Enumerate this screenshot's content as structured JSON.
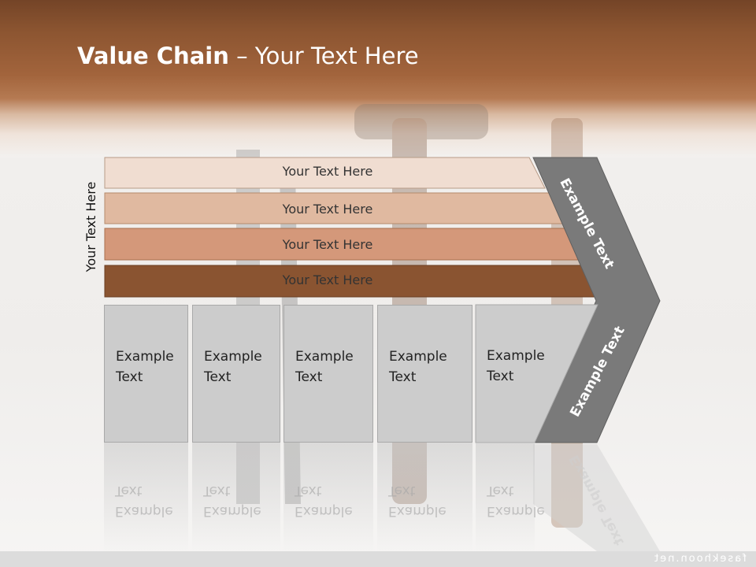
{
  "header": {
    "title_bold": "Value Chain",
    "title_rest": " – Your Text Here"
  },
  "side_label": "Your Text Here",
  "bars": [
    {
      "label": "Your Text Here",
      "color": "#f0ddd1"
    },
    {
      "label": "Your Text Here",
      "color": "#e0b9a0"
    },
    {
      "label": "Your Text Here",
      "color": "#d4987a"
    },
    {
      "label": "Your Text Here",
      "color": "#8a5431"
    }
  ],
  "boxes": [
    {
      "text": "Example\nText"
    },
    {
      "text": "Example\nText"
    },
    {
      "text": "Example\nText"
    },
    {
      "text": "Example\nText"
    },
    {
      "text": "Example\nText"
    }
  ],
  "chevron": {
    "upper_text": "Example Text",
    "lower_text": "Example Text",
    "color": "#7a7a7a"
  },
  "footer": {
    "text": "fasekhoon.net"
  }
}
